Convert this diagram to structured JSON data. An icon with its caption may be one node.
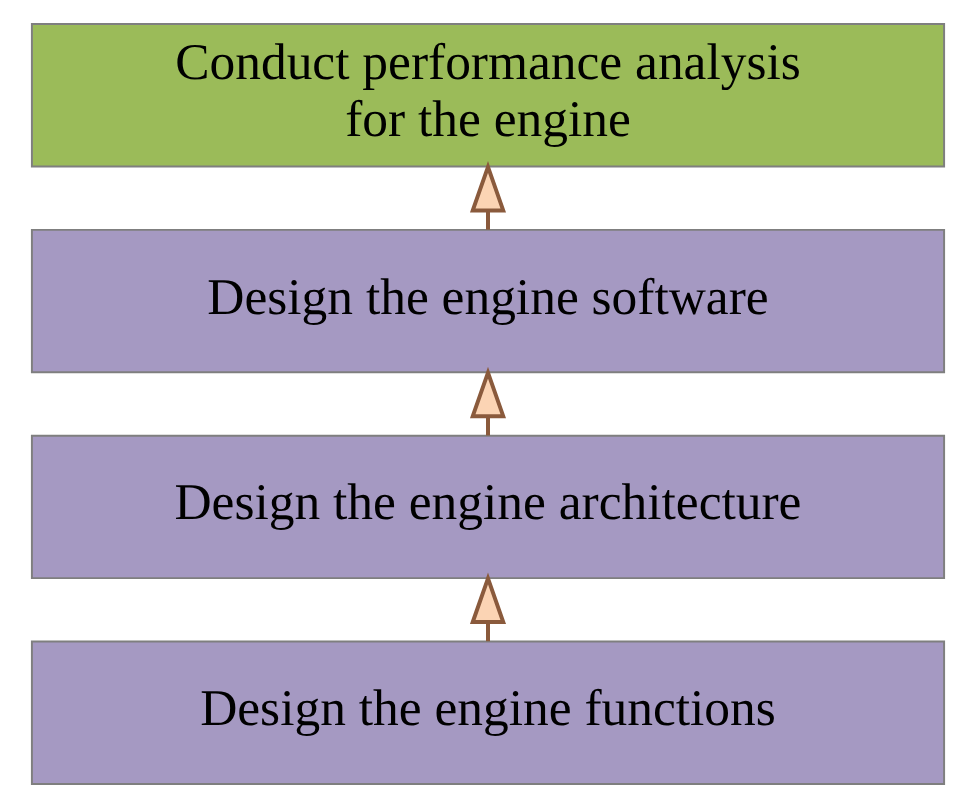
{
  "diagram": {
    "nodes": [
      {
        "text": [
          "Conduct performance analysis for the engine"
        ]
      },
      {
        "text": [
          "Design the engine software"
        ]
      },
      {
        "text": [
          "Design the engine architecture"
        ]
      },
      {
        "text": [
          "Design the engine functions"
        ]
      }
    ],
    "edges": [
      {
        "from": 3,
        "to": 2,
        "arrow": "to"
      },
      {
        "from": 2,
        "to": 1,
        "arrow": "to"
      },
      {
        "from": 1,
        "to": 0,
        "arrow": "to"
      }
    ]
  }
}
